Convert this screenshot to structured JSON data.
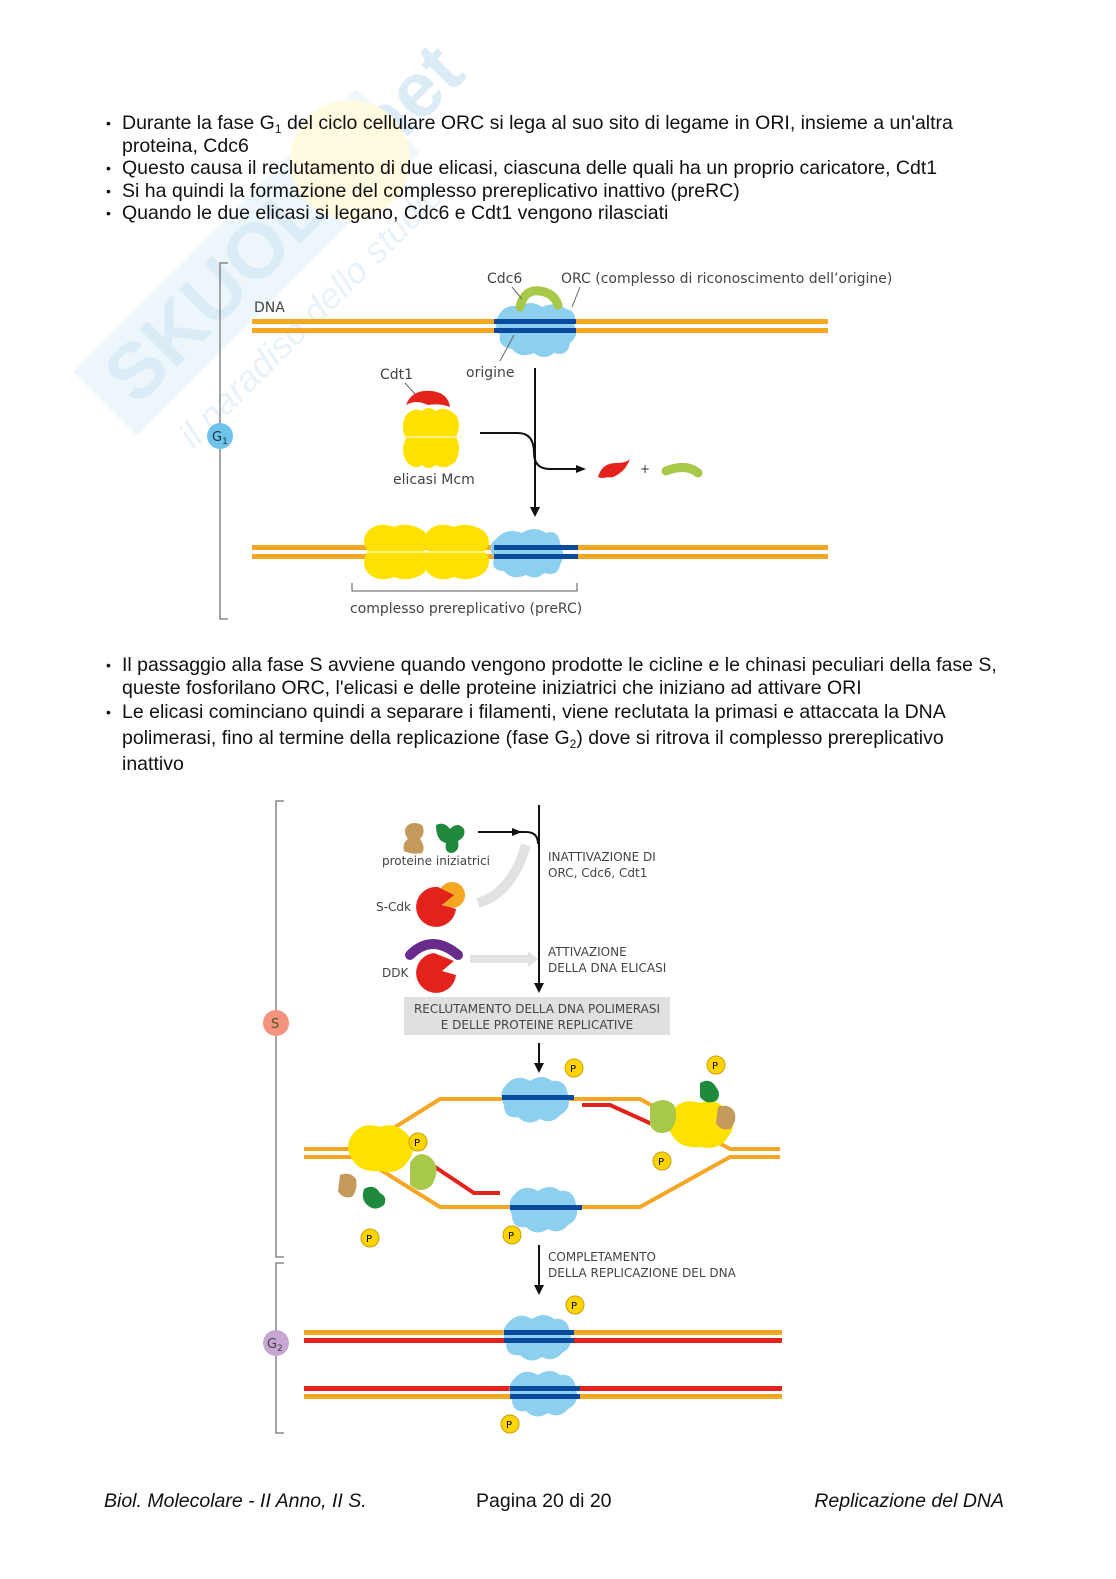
{
  "section1": {
    "bullets": [
      {
        "pre": "Durante la fase G",
        "sub": "1",
        "post": " del ciclo cellulare ORC si lega al suo sito di legame in ORI, insieme a un'altra proteina, Cdc6"
      },
      {
        "text": "Questo causa il reclutamento di due elicasi, ciascuna delle quali ha un proprio caricatore, Cdt1"
      },
      {
        "text": "Si ha quindi la formazione del complesso prereplicativo inattivo (preRC)"
      },
      {
        "text": "Quando le due elicasi si legano, Cdc6 e Cdt1 vengono rilasciati"
      }
    ]
  },
  "figure1": {
    "phase_label": "G",
    "phase_sub": "1",
    "labels": {
      "cdc6": "Cdc6",
      "orc": "ORC (complesso di riconoscimento dell’origine)",
      "dna": "DNA",
      "cdt1": "Cdt1",
      "origine": "origine",
      "elicasi": "elicasi Mcm",
      "plus": "+",
      "prerc": "complesso prereplicativo (preRC)"
    },
    "colors": {
      "dna": "#f5a623",
      "orc": "#8ccfef",
      "origin": "#0a4a9c",
      "mcm": "#ffe100",
      "cdt1": "#e3221c",
      "cdc6": "#a8c84a",
      "g1": "#6ec3ea"
    }
  },
  "section2": {
    "bullets": [
      {
        "text": "Il passaggio alla fase S avviene quando vengono prodotte le cicline e le chinasi peculiari della fase S, queste fosforilano ORC, l'elicasi e delle proteine iniziatrici che iniziano ad attivare ORI"
      },
      {
        "pre": "Le elicasi cominciano quindi a separare i filamenti, viene reclutata la primasi e attaccata la DNA polimerasi, fino al termine della replicazione (fase G",
        "sub": "2",
        "post": ") dove si ritrova il complesso prereplicativo inattivo"
      }
    ]
  },
  "figure2": {
    "phase_s": "S",
    "phase_g2": "G",
    "phase_g2_sub": "2",
    "labels": {
      "proteine": "proteine iniziatrici",
      "scdk": "S-Cdk",
      "ddk": "DDK",
      "inatt1": "INATTIVAZIONE DI",
      "inatt2": "ORC, Cdc6, Cdt1",
      "att1": "ATTIVAZIONE",
      "att2": "DELLA DNA ELICASI",
      "recl1": "RECLUTAMENTO DELLA DNA POLIMERASI",
      "recl2": "E DELLE PROTEINE REPLICATIVE",
      "compl1": "COMPLETAMENTO",
      "compl2": "DELLA REPLICAZIONE DEL DNA",
      "p": "P"
    },
    "colors": {
      "s": "#f4947e",
      "g2": "#c7a6d3",
      "primer": "#e3221c",
      "phospho": "#ffd400",
      "ddk": "#6a2c8c",
      "green": "#1f8a3c",
      "tan": "#c49a5a",
      "orange": "#f5a623"
    }
  },
  "watermark": {
    "brand": "SKUOLA.net",
    "tagline": "il paradiso dello studio"
  },
  "footer": {
    "left": "Biol. Molecolare - II Anno, II S.",
    "center": "Pagina 20 di 20",
    "right": "Replicazione del DNA"
  }
}
